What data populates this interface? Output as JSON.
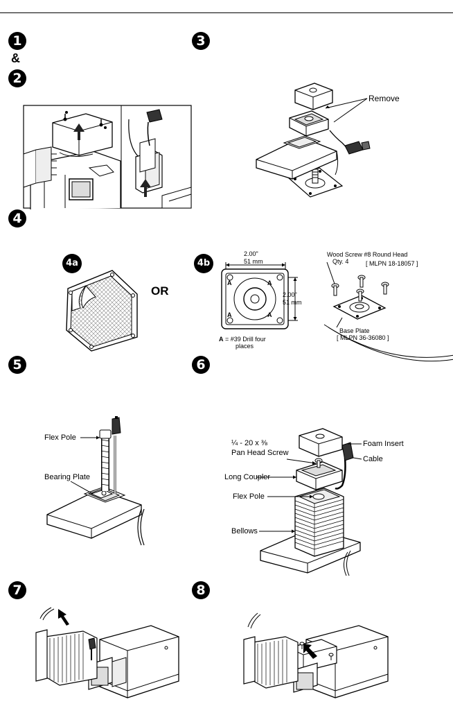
{
  "steps": {
    "s1": "1",
    "amp": "&",
    "s2": "2",
    "s3": "3",
    "s4": "4",
    "s4a": "4a",
    "s4b": "4b",
    "s5": "5",
    "s6": "6",
    "s7": "7",
    "s8": "8"
  },
  "step3": {
    "remove_label": "Remove"
  },
  "step4": {
    "or_label": "OR",
    "dim_top_in": "2.00\"",
    "dim_top_mm": "51 mm",
    "dim_side_in": "2.00\"",
    "dim_side_mm": "51 mm",
    "corner_a": "A",
    "drill_note_prefix": "A",
    "drill_note_line1": " = #39 Drill four",
    "drill_note_line2": "places",
    "wood_screw_line1": "Wood Screw  #8 Round Head",
    "wood_screw_qty": "Qty. 4",
    "wood_screw_mlpn": "[ MLPN 18-18057 ]",
    "base_plate_line1": "Base Plate",
    "base_plate_mlpn": "[ MLPN 36-36080 ]"
  },
  "step5": {
    "flex_pole": "Flex Pole",
    "bearing_plate": "Bearing Plate"
  },
  "step6": {
    "screw_line1": "¼ - 20 x ⅜",
    "screw_line2": "Pan Head Screw",
    "foam_insert": "Foam Insert",
    "cable": "Cable",
    "long_coupler": "Long Coupler",
    "flex_pole": "Flex Pole",
    "bellows": "Bellows"
  }
}
